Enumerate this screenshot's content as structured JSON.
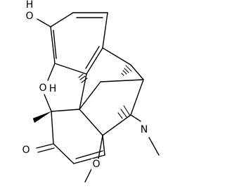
{
  "atoms": {
    "hydroxyl_oxygen": "O",
    "hydroxyl_hydrogen": "H",
    "ether_bridge_oxygen": "O",
    "ether_bridge_stereo_h": "H",
    "ketone_oxygen": "O",
    "methoxy_oxygen": "O",
    "amine_nitrogen": "N"
  },
  "colors": {
    "bond": "#000000",
    "background": "#ffffff"
  }
}
